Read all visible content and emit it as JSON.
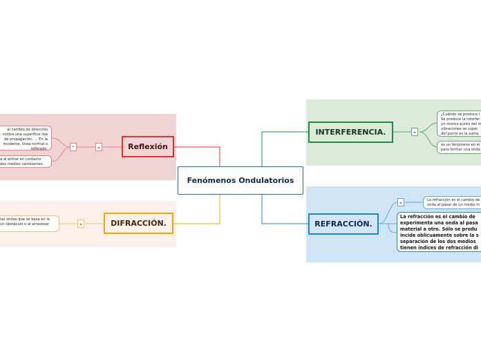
{
  "central": {
    "label": "Fenómenos Ondulatorios"
  },
  "colors": {
    "reflexion": "#e03030",
    "reflexion_bg": "#f0d4d4",
    "difraccion": "#f0a800",
    "difraccion_bg": "#fcf0ea",
    "interferencia": "#1e8a4a",
    "interferencia_bg": "#dcebd8",
    "refraccion": "#1e88c8",
    "refraccion_bg": "#d0e6f6",
    "central": "#1e6ea8"
  },
  "reflexion": {
    "label": "Reflexión",
    "dash_outer": "-",
    "dash_inner": "-",
    "text1": "al cambio de dirección\ncontra una superficie lisa\nde propagación. ... En la\nincidente, línea normal o\nreflejado.",
    "text2": "a al entrar en contacto\ndos medios cambiantes."
  },
  "difraccion": {
    "label": "DIFRACCIÓN.",
    "dash": "-",
    "text1": "las ondas que se basa en la\nun obstáculo o al atravesar"
  },
  "interferencia": {
    "label": "INTERFERENCIA.",
    "dash": "-",
    "text1": "¿Cuándo se produce l\nSe produce la interfer\nun mismo punto del m\nvibraciones se  super\ndel punto es la suma",
    "text2": "es un fenómeno en el\npara formar una onda"
  },
  "refraccion": {
    "label": "REFRACCIÓN.",
    "dash": "-",
    "text1": "La refracción es el cambio de\nonda al pasar de un medio m",
    "text2": "La refracción es el cambio de\nexperimenta una onda al pasa\nmaterial a otro. Sólo se produ\nincide oblicuamente sobre la s\nseparación de los dos medios\ntienen índices de refracción di"
  }
}
